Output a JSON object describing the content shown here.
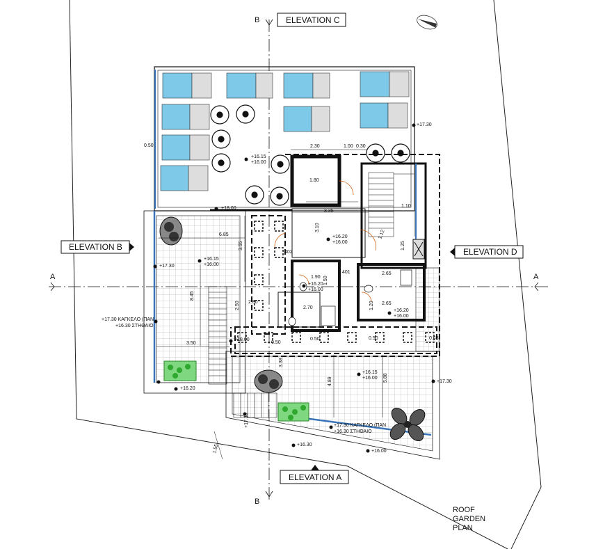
{
  "elevations": {
    "a": "ELEVATION A",
    "b": "ELEVATION B",
    "c": "ELEVATION C",
    "d": "ELEVATION D"
  },
  "section_marks": {
    "a": "A",
    "b": "B"
  },
  "title": [
    "ROOF",
    "GARDEN",
    "PLAN"
  ],
  "levels": {
    "l1730": "+17.30",
    "l1615": "+16.15",
    "l1600": "+16.00",
    "l1620": "+16.20",
    "l1800": "+18.00",
    "l1630": "+16.30"
  },
  "railing": {
    "line1": "+17.30  ΚΑΓΚΕΛΟ (ΠΑΝ",
    "line2": "+16.30  ΣΤΗΘΑΙΟ"
  },
  "dims": {
    "d050": "0.50",
    "d230": "2.30",
    "d100": "1.00",
    "d030": "0.30",
    "d180": "1.80",
    "d335": "3.35",
    "d310": "3.10",
    "d685": "6.85",
    "d355": "3.55",
    "d110": "1.10",
    "d112": "1.12",
    "d125": "1.25",
    "d265": "2.65",
    "d190": "1.90",
    "d150": "1.50",
    "d280": "2.80",
    "d270": "2.70",
    "d845": "8.45",
    "d350": "3.50",
    "d120": "1.20",
    "d338": "3.38",
    "d489": "4.89",
    "d588": "5.88",
    "d155": "1.55",
    "d065": "0.65",
    "d250": "2.50",
    "d402": "402",
    "d401": "401"
  },
  "colors": {
    "line": "#111111",
    "glass": "#3a74b8",
    "plant": "#3fbf3f",
    "door": "#d06010"
  }
}
